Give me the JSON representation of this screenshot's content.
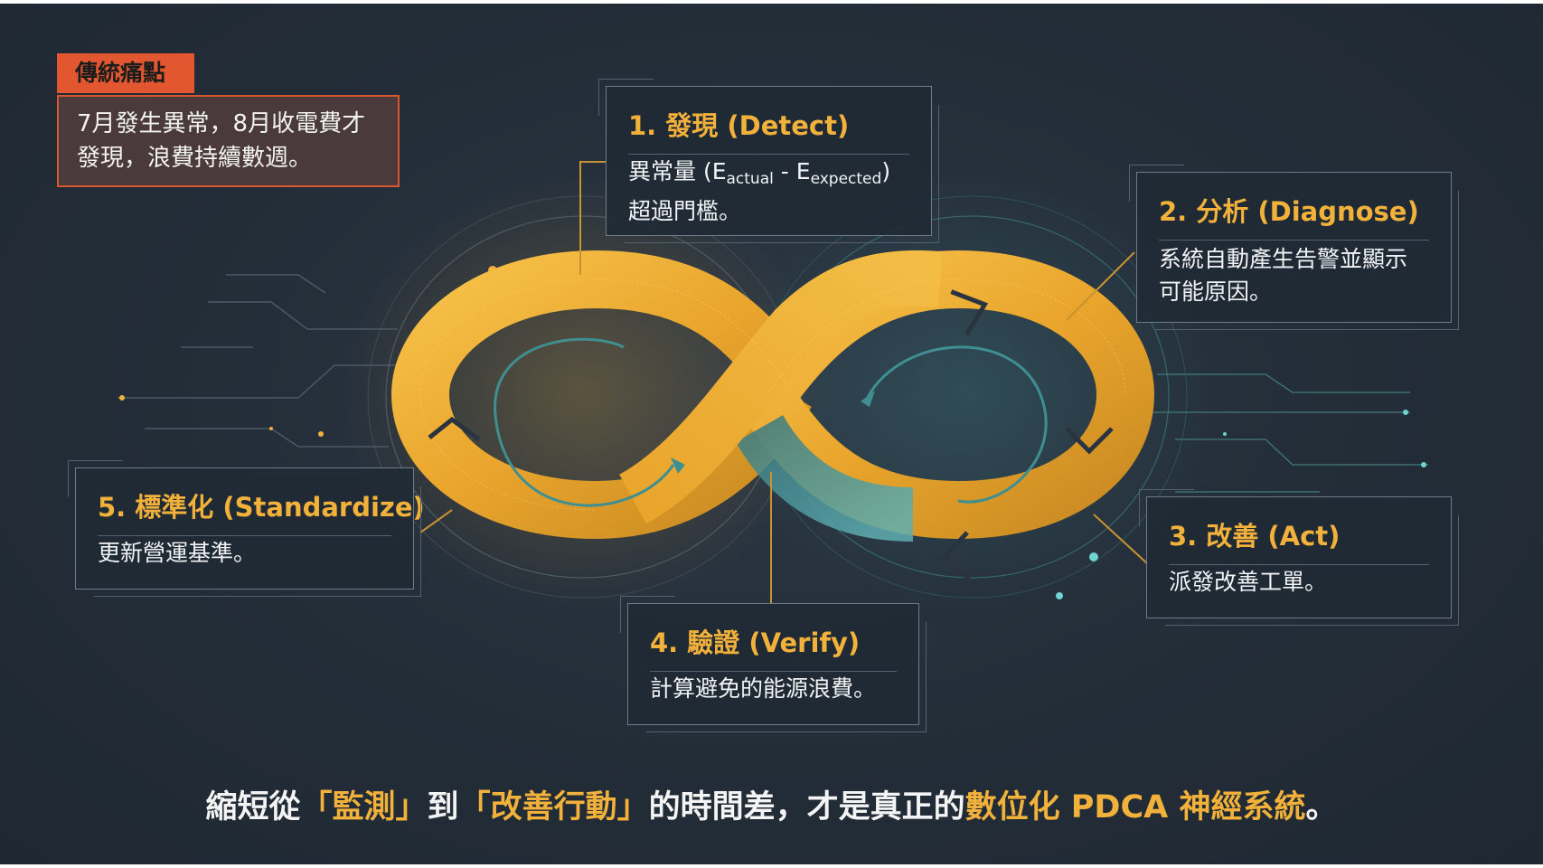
{
  "pain": {
    "tag": "傳統痛點",
    "text_line1": "7月發生異常，8月收電費才",
    "text_line2": "發現，浪費持續數週。"
  },
  "steps": {
    "detect": {
      "title": "1. 發現 (Detect)",
      "body_prefix": "異常量 (E",
      "sub_actual": "actual",
      "body_mid": " - E",
      "sub_expected": "expected",
      "body_suffix": ")",
      "body_line2": "超過門檻。"
    },
    "diagnose": {
      "title": "2. 分析 (Diagnose)",
      "body_line1": "系統自動產生告警並顯示",
      "body_line2": "可能原因。"
    },
    "act": {
      "title": "3. 改善 (Act)",
      "body_line1": "派發改善工單。"
    },
    "verify": {
      "title": "4. 驗證 (Verify)",
      "body_line1": "計算避免的能源浪費。"
    },
    "standardize": {
      "title": "5. 標準化 (Standardize)",
      "body_line1": "更新營運基準。"
    }
  },
  "bottom": {
    "part1": "縮短從",
    "part2": "「監測」",
    "part3": "到",
    "part4": "「改善行動」",
    "part5": "的時間差，才是真正的",
    "part6": "數位化 PDCA 神經系統",
    "part7": "。"
  },
  "colors": {
    "accent_gold": "#f2b13a",
    "accent_teal": "#4aa3a6",
    "alert_red": "#e2572f",
    "background": "#232d38"
  }
}
